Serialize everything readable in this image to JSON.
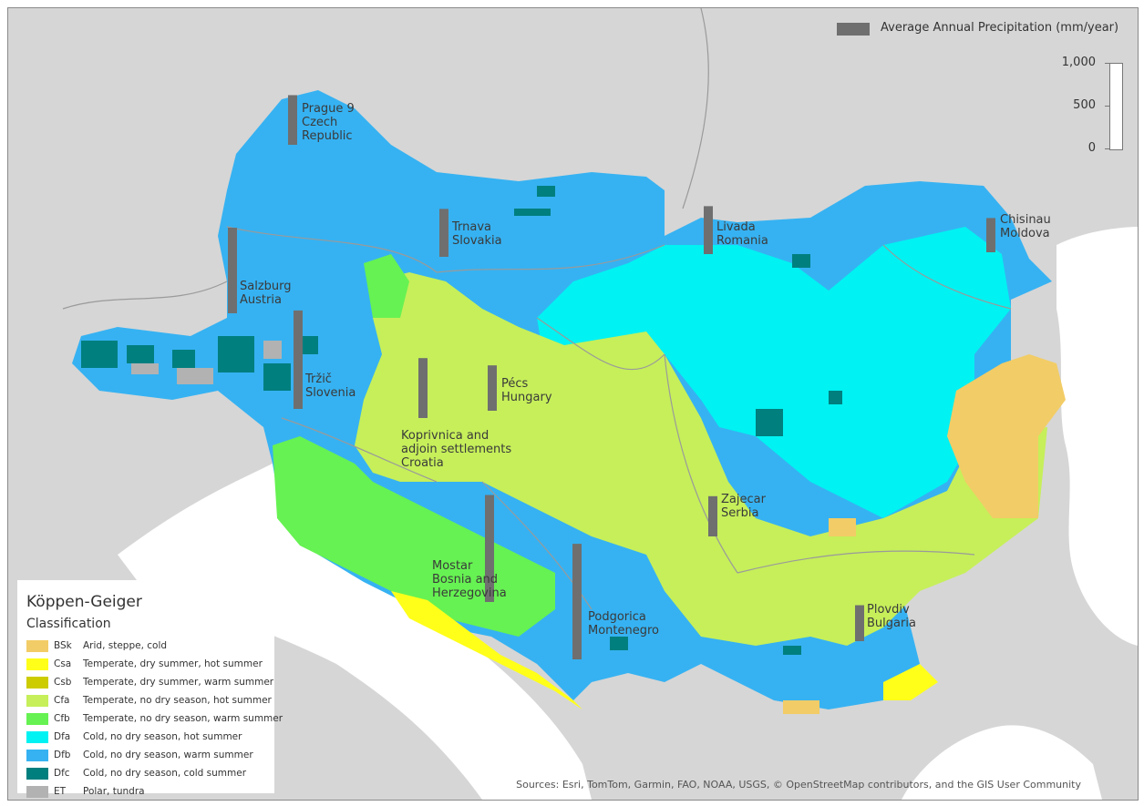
{
  "precip_legend": {
    "title": "Average Annual Precipitation (mm/year)",
    "ticks": [
      "1,000",
      "500",
      "0"
    ],
    "bar_color": "#6f6f6f"
  },
  "koppen_legend": {
    "title": "Köppen-Geiger",
    "subtitle": "Classification",
    "classes": [
      {
        "code": "BSk",
        "desc": "Arid, steppe, cold",
        "color": "#f2cc66"
      },
      {
        "code": "Csa",
        "desc": "Temperate, dry summer, hot summer",
        "color": "#ffff1a"
      },
      {
        "code": "Csb",
        "desc": "Temperate, dry summer, warm summer",
        "color": "#cccc00"
      },
      {
        "code": "Cfa",
        "desc": "Temperate, no dry season, hot summer",
        "color": "#c6ef5a"
      },
      {
        "code": "Cfb",
        "desc": "Temperate, no dry season, warm summer",
        "color": "#66f252"
      },
      {
        "code": "Dfa",
        "desc": "Cold, no dry season, hot summer",
        "color": "#00f2f2"
      },
      {
        "code": "Dfb",
        "desc": "Cold, no dry season, warm summer",
        "color": "#36b2f2"
      },
      {
        "code": "Dfc",
        "desc": "Cold, no dry season, cold summer",
        "color": "#007f7f"
      },
      {
        "code": "ET",
        "desc": "Polar, tundra",
        "color": "#b2b2b2"
      }
    ]
  },
  "cities": [
    {
      "label": "Prague 9\nCzech\nRepublic",
      "precip": 580
    },
    {
      "label": "Trnava\nSlovakia",
      "precip": 560
    },
    {
      "label": "Livada\nRomania",
      "precip": 560
    },
    {
      "label": "Chisinau\nMoldova",
      "precip": 400
    },
    {
      "label": "Salzburg\nAustria",
      "precip": 1000
    },
    {
      "label": "Tržič\nSlovenia",
      "precip": 1150
    },
    {
      "label": "Pécs\nHungary",
      "precip": 530
    },
    {
      "label": "Koprivnica and\nadjoin settlements\nCroatia",
      "precip": 700
    },
    {
      "label": "Zajecar\nSerbia",
      "precip": 470
    },
    {
      "label": "Mostar\nBosnia and\nHerzegovina",
      "precip": 1250
    },
    {
      "label": "Podgorica\nMontenegro",
      "precip": 1350
    },
    {
      "label": "Plovdiv\nBulgaria",
      "precip": 420
    }
  ],
  "attribution": "Sources: Esri, TomTom, Garmin, FAO, NOAA, USGS, © OpenStreetMap contributors, and the GIS User Community"
}
